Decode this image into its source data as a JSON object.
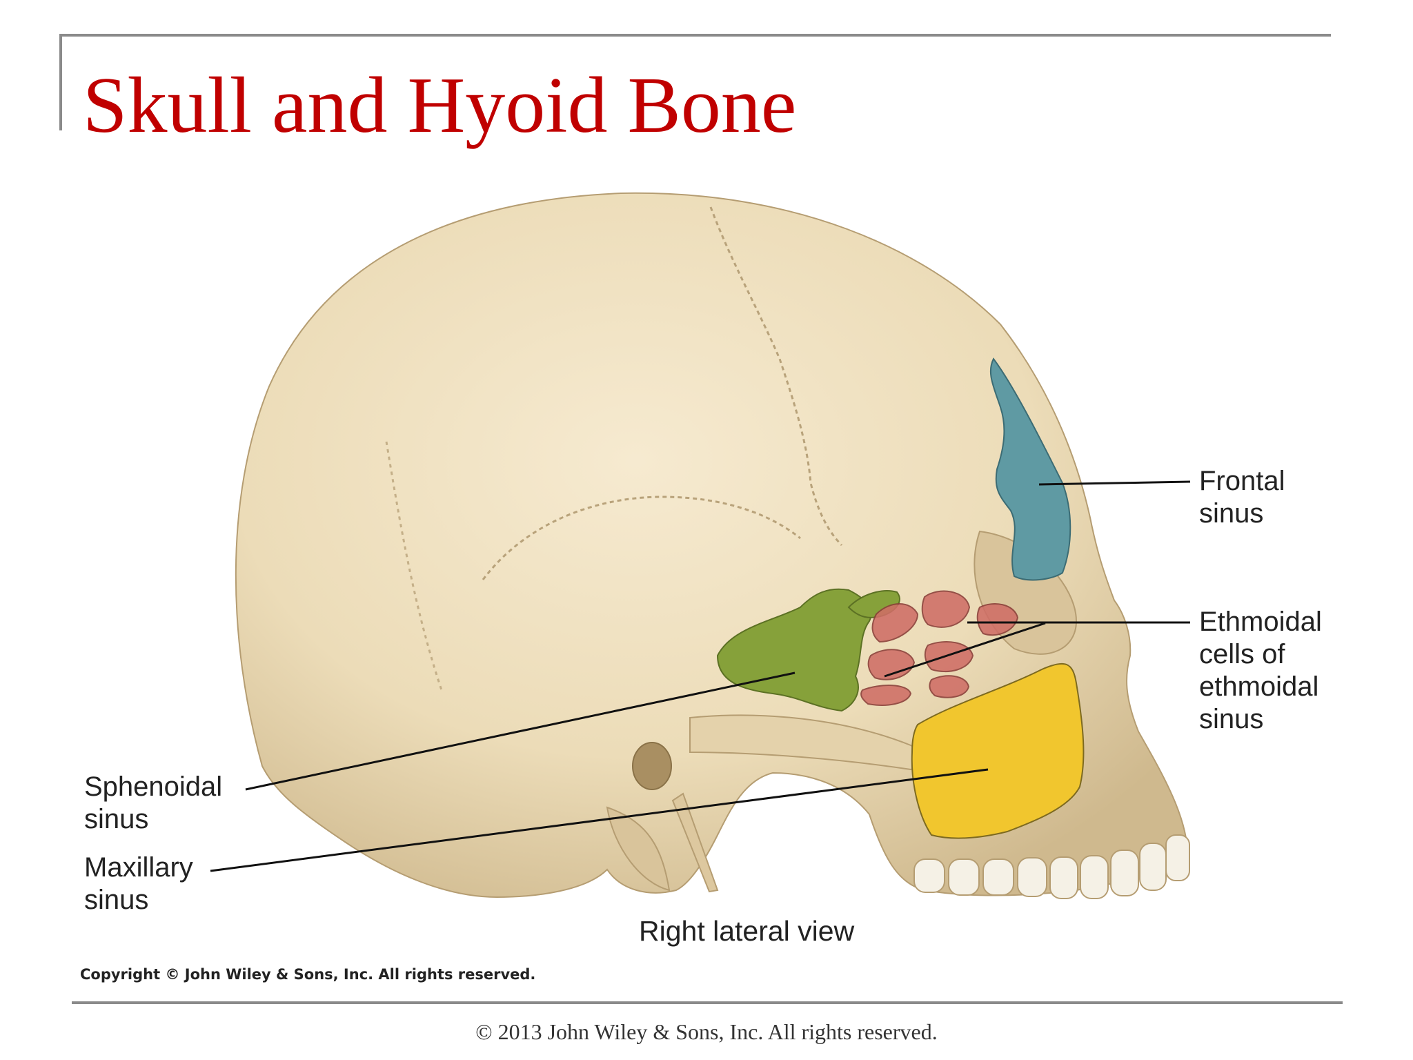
{
  "slide": {
    "title": "Skull and Hyoid Bone",
    "footer": "© 2013 John Wiley & Sons, Inc. All rights reserved.",
    "accent_color": "#c00000"
  },
  "figure": {
    "view_caption": "Right lateral view",
    "copyright": "Copyright © John Wiley & Sons, Inc. All rights reserved.",
    "labels": {
      "frontal_sinus": "Frontal\nsinus",
      "ethmoidal_cells": "Ethmoidal\ncells of\nethmoidal\nsinus",
      "sphenoidal_sinus": "Sphenoidal\nsinus",
      "maxillary_sinus": "Maxillary\nsinus"
    },
    "colors": {
      "bone": "#ecdcb8",
      "frontal_sinus": "#5f9aa3",
      "ethmoidal_cells": "#cf6e66",
      "sphenoidal_sinus": "#86a13a",
      "maxillary_sinus": "#f1c62e"
    }
  }
}
